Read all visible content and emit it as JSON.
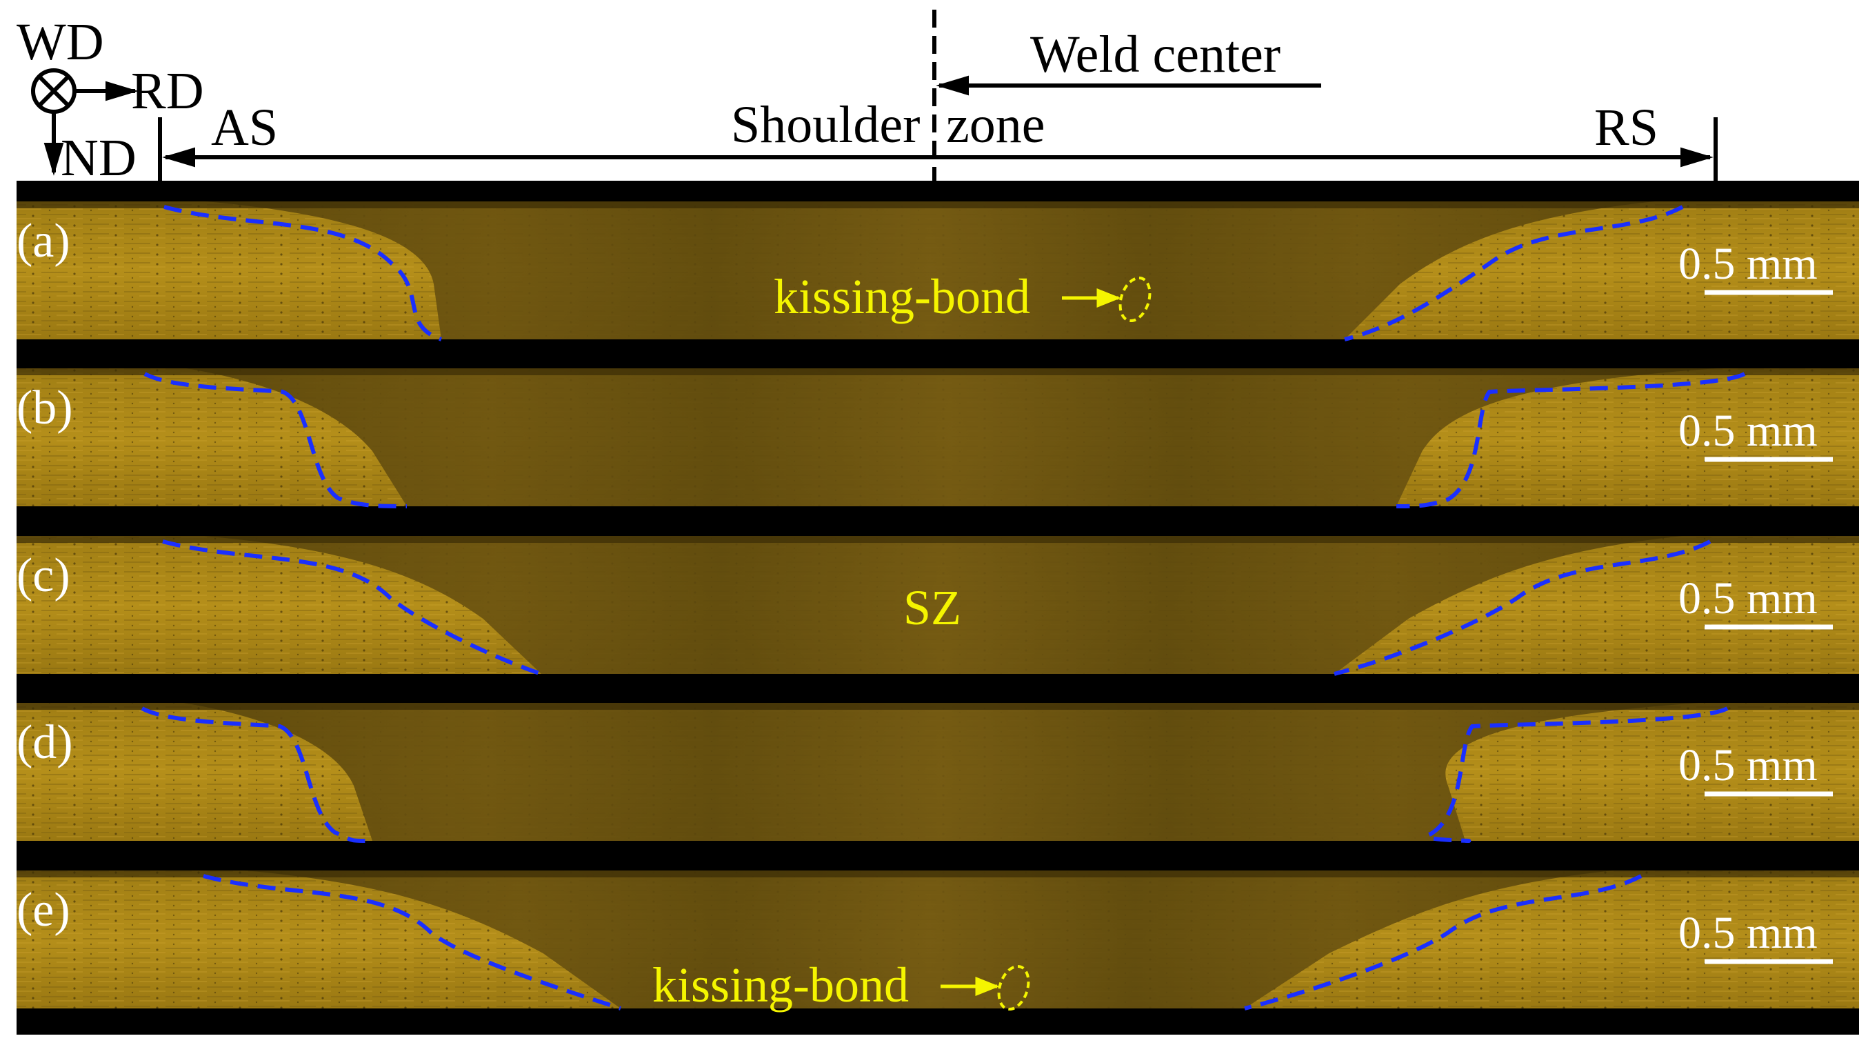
{
  "header": {
    "wd_label": "WD",
    "rd_label": "RD",
    "nd_label": "ND",
    "as_label": "AS",
    "rs_label": "RS",
    "weld_center_label": "Weld center",
    "shoulder_label": "Shoulder",
    "zone_label": "zone"
  },
  "panels": [
    {
      "label": "(a)",
      "scale_bar": "0.5 mm",
      "annotation": "kissing-bond"
    },
    {
      "label": "(b)",
      "scale_bar": "0.5 mm"
    },
    {
      "label": "(c)",
      "scale_bar": "0.5 mm",
      "annotation": "SZ"
    },
    {
      "label": "(d)",
      "scale_bar": "0.5 mm"
    },
    {
      "label": "(e)",
      "scale_bar": "0.5 mm",
      "annotation": "kissing-bond"
    }
  ],
  "colors": {
    "micro_base": "#b08a18",
    "micro_dark": "#6e5510",
    "gap": "#000000",
    "boundary": "#1a2fff",
    "annotation": "#f5f500"
  }
}
